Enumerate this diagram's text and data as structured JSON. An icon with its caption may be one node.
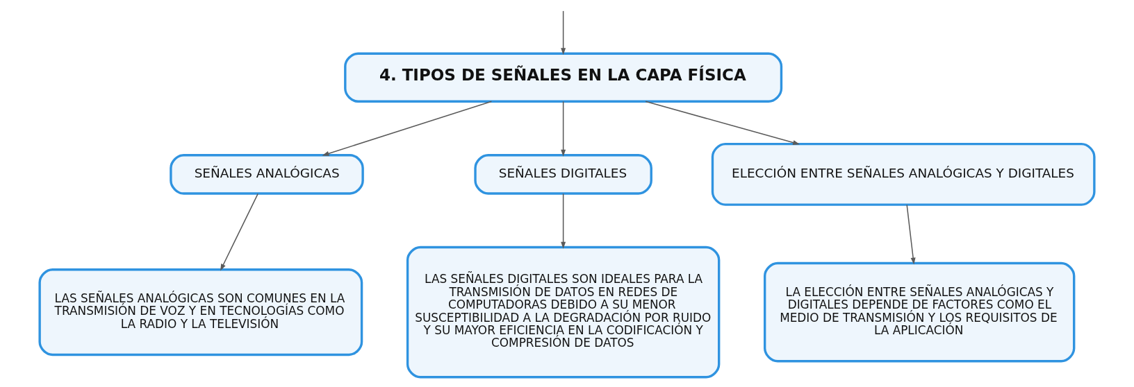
{
  "diagram": {
    "nodes": [
      {
        "text": [
          "4. TIPOS DE SEÑALES EN LA CAPA FÍSICA"
        ]
      },
      {
        "text": [
          "SEÑALES ANALÓGICAS"
        ]
      },
      {
        "text": [
          "SEÑALES DIGITALES"
        ]
      },
      {
        "text": [
          "ELECCIÓN ENTRE SEÑALES ANALÓGICAS Y DIGITALES"
        ]
      },
      {
        "text": [
          "LAS SEÑALES ANALÓGICAS SON COMUNES EN LA TRANSMISIÓN DE VOZ Y EN TECNOLOGÍAS COMO LA RADIO Y LA TELEVISIÓN"
        ]
      },
      {
        "text": [
          "LAS SEÑALES DIGITALES SON IDEALES PARA LA TRANSMISIÓN DE DATOS EN REDES DE COMPUTADORAS DEBIDO A SU MENOR SUSCEPTIBILIDAD A LA DEGRADACIÓN POR RUIDO Y SU MAYOR EFICIENCIA EN LA CODIFICACIÓN Y COMPRESIÓN DE DATOS"
        ]
      },
      {
        "text": [
          "LA ELECCIÓN ENTRE SEÑALES ANALÓGICAS Y DIGITALES DEPENDE DE FACTORES COMO EL MEDIO DE TRANSMISIÓN Y LOS REQUISITOS DE LA APLICACIÓN"
        ]
      }
    ],
    "edges": [
      {
        "from": null,
        "to": 0,
        "arrow": "to"
      },
      {
        "from": 0,
        "to": 1,
        "arrow": "to"
      },
      {
        "from": 0,
        "to": 2,
        "arrow": "to"
      },
      {
        "from": 0,
        "to": 3,
        "arrow": "to"
      },
      {
        "from": 1,
        "to": 4,
        "arrow": "to"
      },
      {
        "from": 2,
        "to": 5,
        "arrow": "to"
      },
      {
        "from": 3,
        "to": 6,
        "arrow": "to"
      }
    ]
  }
}
